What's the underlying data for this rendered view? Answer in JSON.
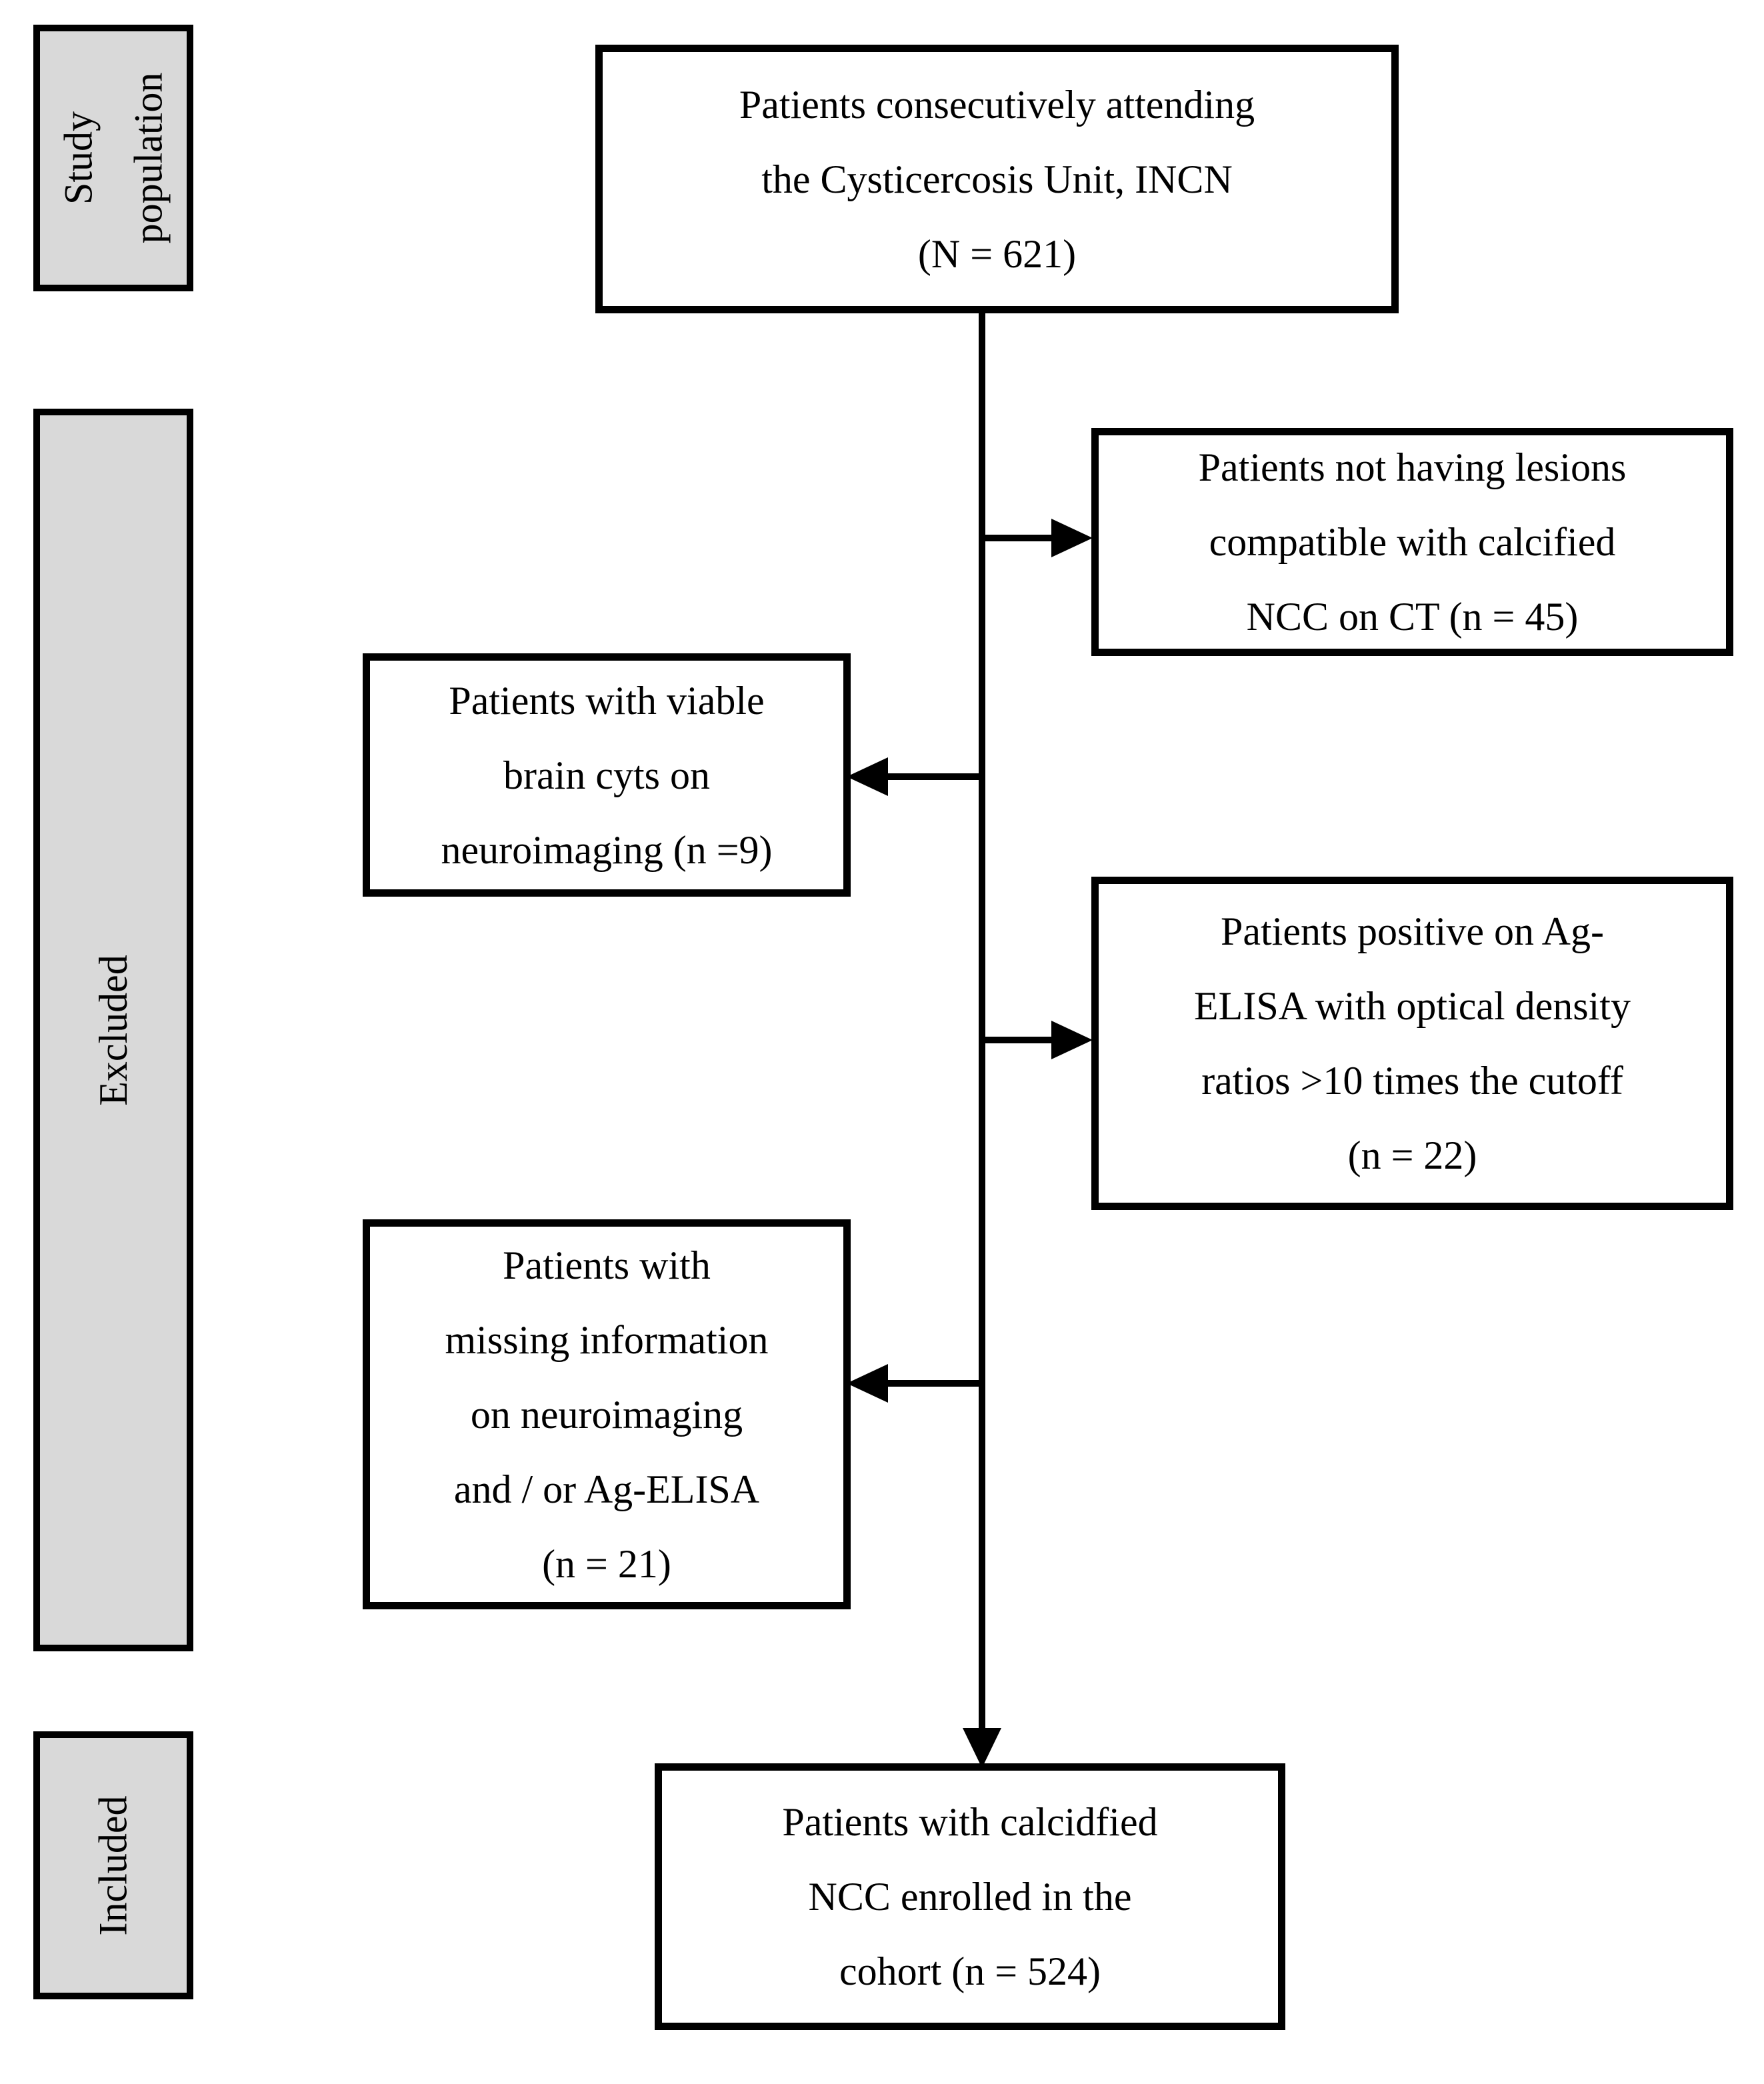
{
  "figure": {
    "type": "study-flow-diagram",
    "background_color": "#ffffff",
    "line_color": "#000000",
    "sidebar_fill_color": "#d9d9d9"
  },
  "sidebar": {
    "study_population": "Study\npopulation",
    "excluded": "Excluded",
    "included": "Included"
  },
  "flow": {
    "population": "Patients consecutively attending\nthe Cysticercosis Unit, INCN\n(N = 621)",
    "excluded_lesions": "Patients not having lesions\ncompatible with calcified\nNCC on CT (n = 45)",
    "excluded_viable": "Patients with viable\nbrain cyts on\nneuroimaging (n =9)",
    "excluded_elisa": "Patients positive on Ag-\nELISA with optical density\nratios >10 times the cutoff\n(n = 22)",
    "excluded_missing": "Patients with\nmissing information\non neuroimaging\nand / or Ag-ELISA\n(n = 21)",
    "included_cohort": "Patients  with calcidfied\nNCC enrolled in the\ncohort (n = 524)"
  },
  "counts": {
    "total": 621,
    "excluded_no_calcified_lesions": 45,
    "excluded_viable_cysts": 9,
    "excluded_ag_elisa_high": 22,
    "excluded_missing_info": 21,
    "included_cohort": 524
  }
}
